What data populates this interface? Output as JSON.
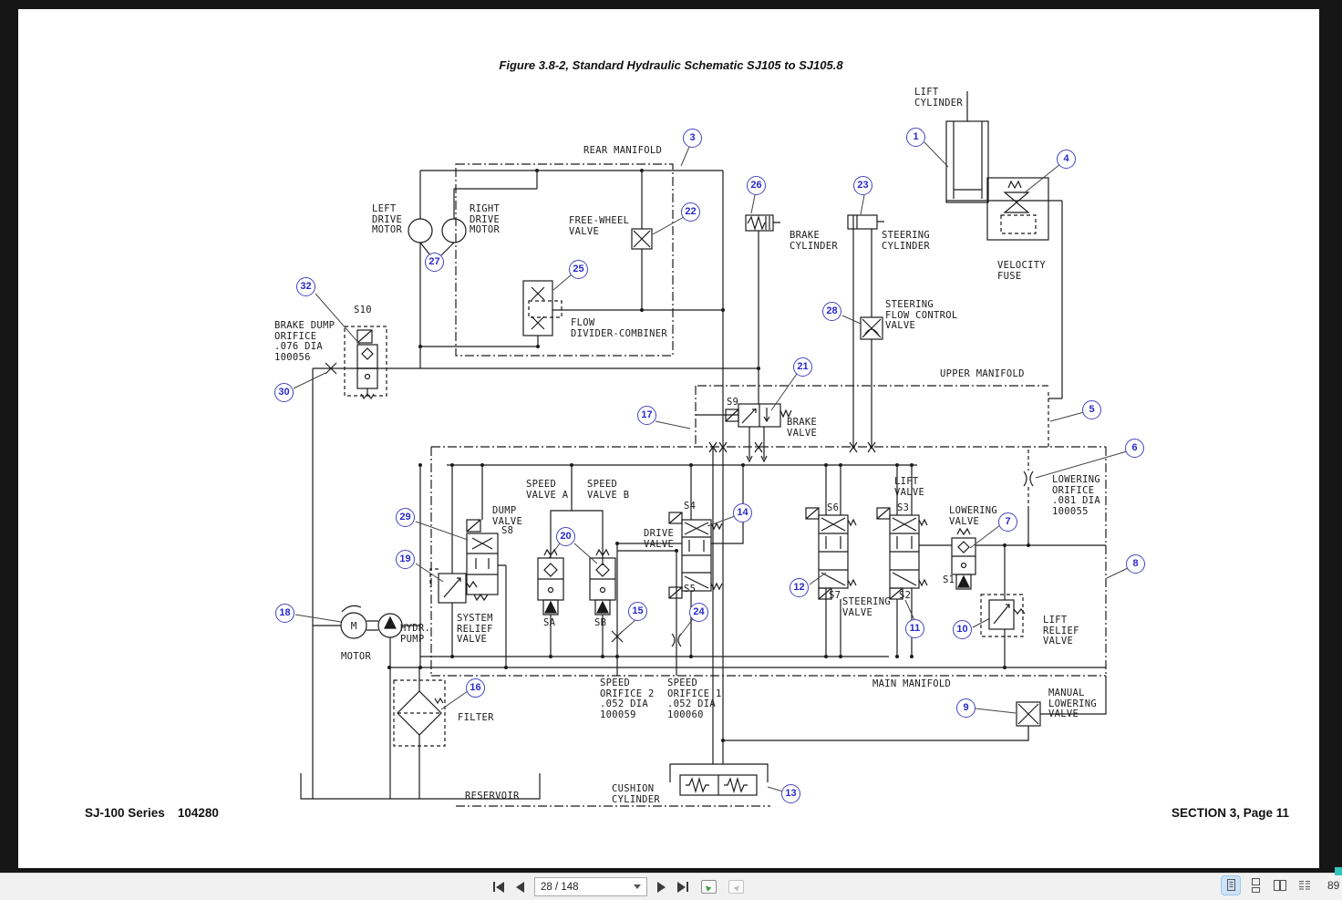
{
  "doc": {
    "title": "Figure 3.8-2, Standard Hydraulic Schematic SJ105 to SJ105.8",
    "footer_left_series": "SJ-100 Series",
    "footer_left_number": "104280",
    "footer_right": "SECTION 3, Page 11",
    "symbols": {
      "motor_letter": "M"
    },
    "labels": {
      "rear_manifold": "REAR MANIFOLD",
      "lift_cylinder": "LIFT\nCYLINDER",
      "left_drive_motor": "LEFT\nDRIVE\nMOTOR",
      "right_drive_motor": "RIGHT\nDRIVE\nMOTOR",
      "free_wheel_valve": "FREE-WHEEL\nVALVE",
      "brake_cylinder": "BRAKE\nCYLINDER",
      "steering_cylinder": "STEERING\nCYLINDER",
      "velocity_fuse": "VELOCITY\nFUSE",
      "flow_divider": "FLOW\nDIVIDER-COMBINER",
      "s10": "S10",
      "brake_dump_orifice": "BRAKE DUMP\nORIFICE\n.076 DIA\n100056",
      "steering_flow_control": "STEERING\nFLOW CONTROL\nVALVE",
      "upper_manifold": "UPPER MANIFOLD",
      "s9": "S9",
      "brake_valve": "BRAKE\nVALVE",
      "lowering_orifice": "LOWERING\nORIFICE\n.081 DIA\n100055",
      "speed_valve_a": "SPEED\nVALVE A",
      "speed_valve_b": "SPEED\nVALVE B",
      "dump_valve": "DUMP\nVALVE",
      "s8": "S8",
      "drive_valve": "DRIVE\nVALVE",
      "s4": "S4",
      "s5": "S5",
      "lift_valve": "LIFT\nVALVE",
      "s6": "S6",
      "s3": "S3",
      "lowering_valve": "LOWERING\nVALVE",
      "s7": "S7",
      "s2": "S2",
      "s1": "S1",
      "steering_valve": "STEERING\nVALVE",
      "hydr_pump": "HYDR.\nPUMP",
      "motor": "MOTOR",
      "system_relief_valve": "SYSTEM\nRELIEF\nVALVE",
      "sa": "SA",
      "sb": "SB",
      "speed_orifice_2": "SPEED\nORIFICE 2\n.052 DIA\n100059",
      "speed_orifice_1": "SPEED\nORIFICE 1\n.052 DIA\n100060",
      "main_manifold": "MAIN MANIFOLD",
      "lift_relief_valve": "LIFT\nRELIEF\nVALVE",
      "manual_lowering_valve": "MANUAL\nLOWERING\nVALVE",
      "filter": "FILTER",
      "reservoir": "RESERVOIR",
      "cushion_cylinder": "CUSHION\nCYLINDER"
    },
    "balloons": {
      "b1": "1",
      "b3": "3",
      "b4": "4",
      "b5": "5",
      "b6": "6",
      "b7": "7",
      "b8": "8",
      "b9": "9",
      "b10": "10",
      "b11": "11",
      "b12": "12",
      "b13": "13",
      "b14": "14",
      "b15": "15",
      "b16": "16",
      "b17": "17",
      "b18": "18",
      "b19": "19",
      "b20": "20",
      "b21": "21",
      "b22": "22",
      "b23": "23",
      "b24": "24",
      "b25": "25",
      "b26": "26",
      "b27": "27",
      "b28": "28",
      "b29": "29",
      "b30": "30",
      "b32": "32"
    }
  },
  "toolbar": {
    "page_indicator": "28 / 148",
    "zoom_text": "89",
    "icons": {
      "first": "first-page",
      "prev": "previous-page",
      "next": "next-page",
      "last": "last-page",
      "prev_view": "previous-view",
      "next_view": "next-view",
      "single": "single-page-view",
      "continuous": "continuous-view",
      "facing": "facing-view",
      "facing_continuous": "facing-continuous-view"
    }
  },
  "colors": {
    "ink": "#1b1b1b",
    "balloon_blue": "#4444c0",
    "page_bg": "#ffffff",
    "frame_bg": "#161616",
    "toolbar_bg": "#f1f1f2",
    "active_view_bg": "#cde3f7",
    "accent_teal": "#35c4bc",
    "view_arrow_green": "#3f9e3f"
  }
}
